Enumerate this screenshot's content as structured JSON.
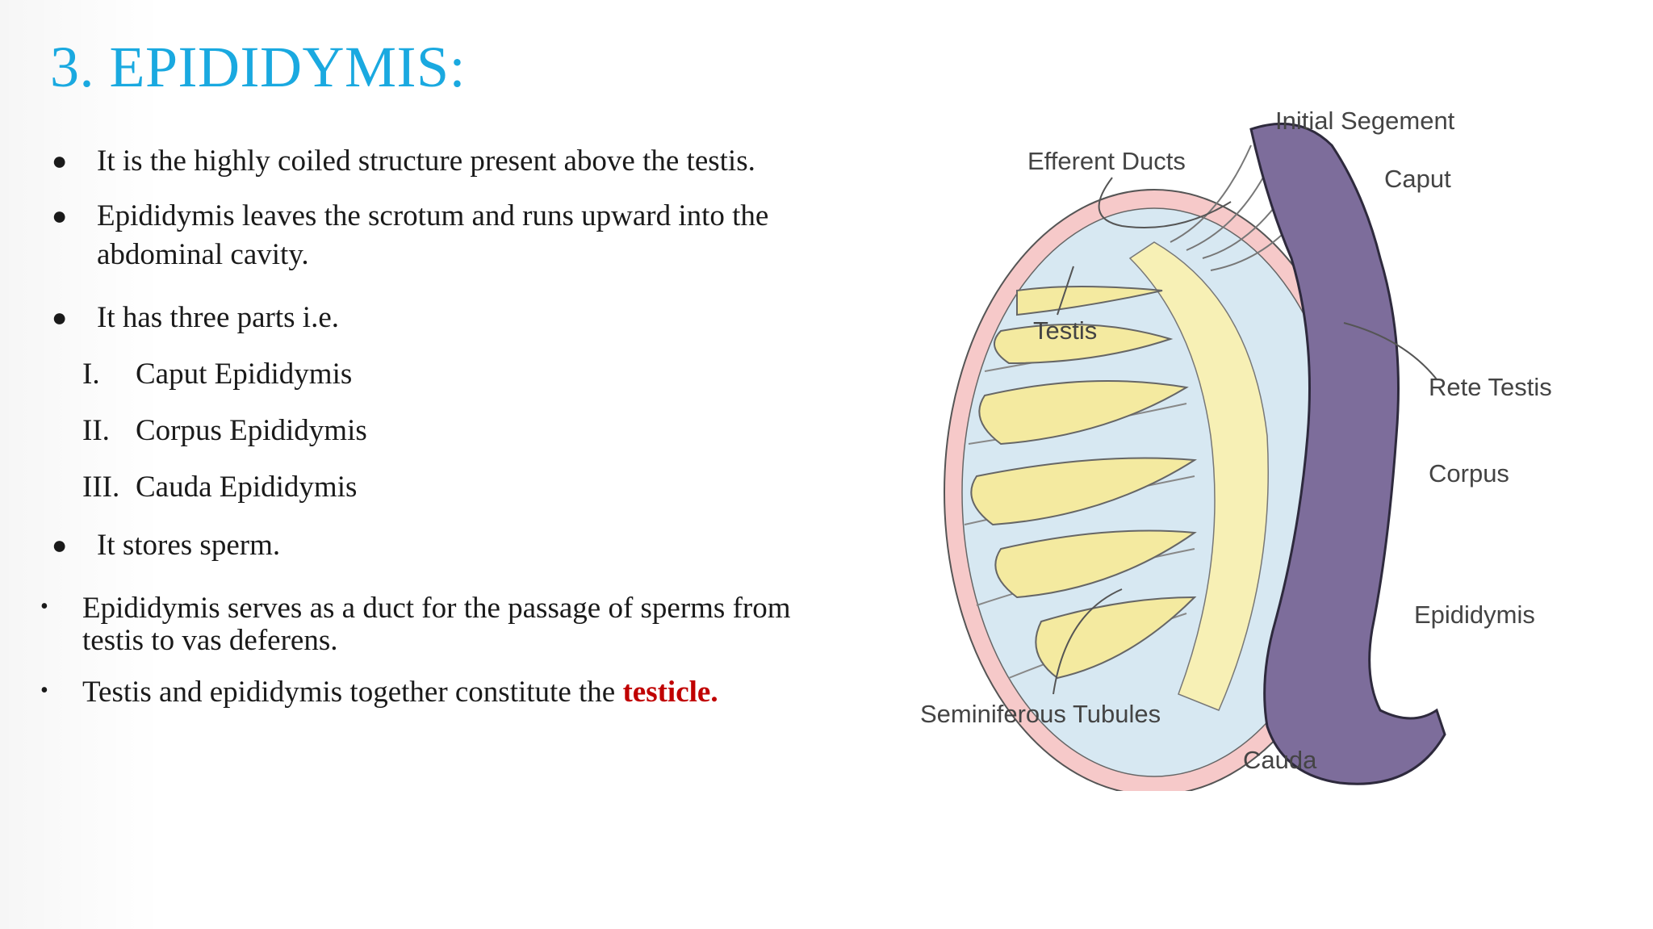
{
  "slide": {
    "title": "3. EPIDIDYMIS:",
    "bullets": {
      "b1": "It is the highly coiled structure present above the testis.",
      "b2_line1": "Epididymis leaves the scrotum and runs upward into the",
      "b2_line2": "abdominal cavity.",
      "b3": "It has three parts i.e.",
      "parts": [
        {
          "num": "I.",
          "text": "Caput Epididymis"
        },
        {
          "num": "II.",
          "text": "Corpus Epididymis"
        },
        {
          "num": "III.",
          "text": "Cauda Epididymis"
        }
      ],
      "b4": "It stores sperm.",
      "b5_line1": "Epididymis serves as a duct for the passage of sperms from",
      "b5_line2": "testis to vas deferens.",
      "b6_prefix": "Testis and epididymis together constitute the",
      "b6_highlight": "testicle."
    },
    "colors": {
      "title": "#1aa9e0",
      "highlight": "#c00000"
    }
  },
  "diagram": {
    "labels": {
      "initial_segment": "Initial Segement",
      "efferent_ducts": "Efferent Ducts",
      "caput": "Caput",
      "testis": "Testis",
      "rete_testis": "Rete Testis",
      "corpus": "Corpus",
      "epididymis": "Epididymis",
      "seminiferous_tubules": "Seminiferous Tubules",
      "cauda": "Cauda"
    }
  }
}
